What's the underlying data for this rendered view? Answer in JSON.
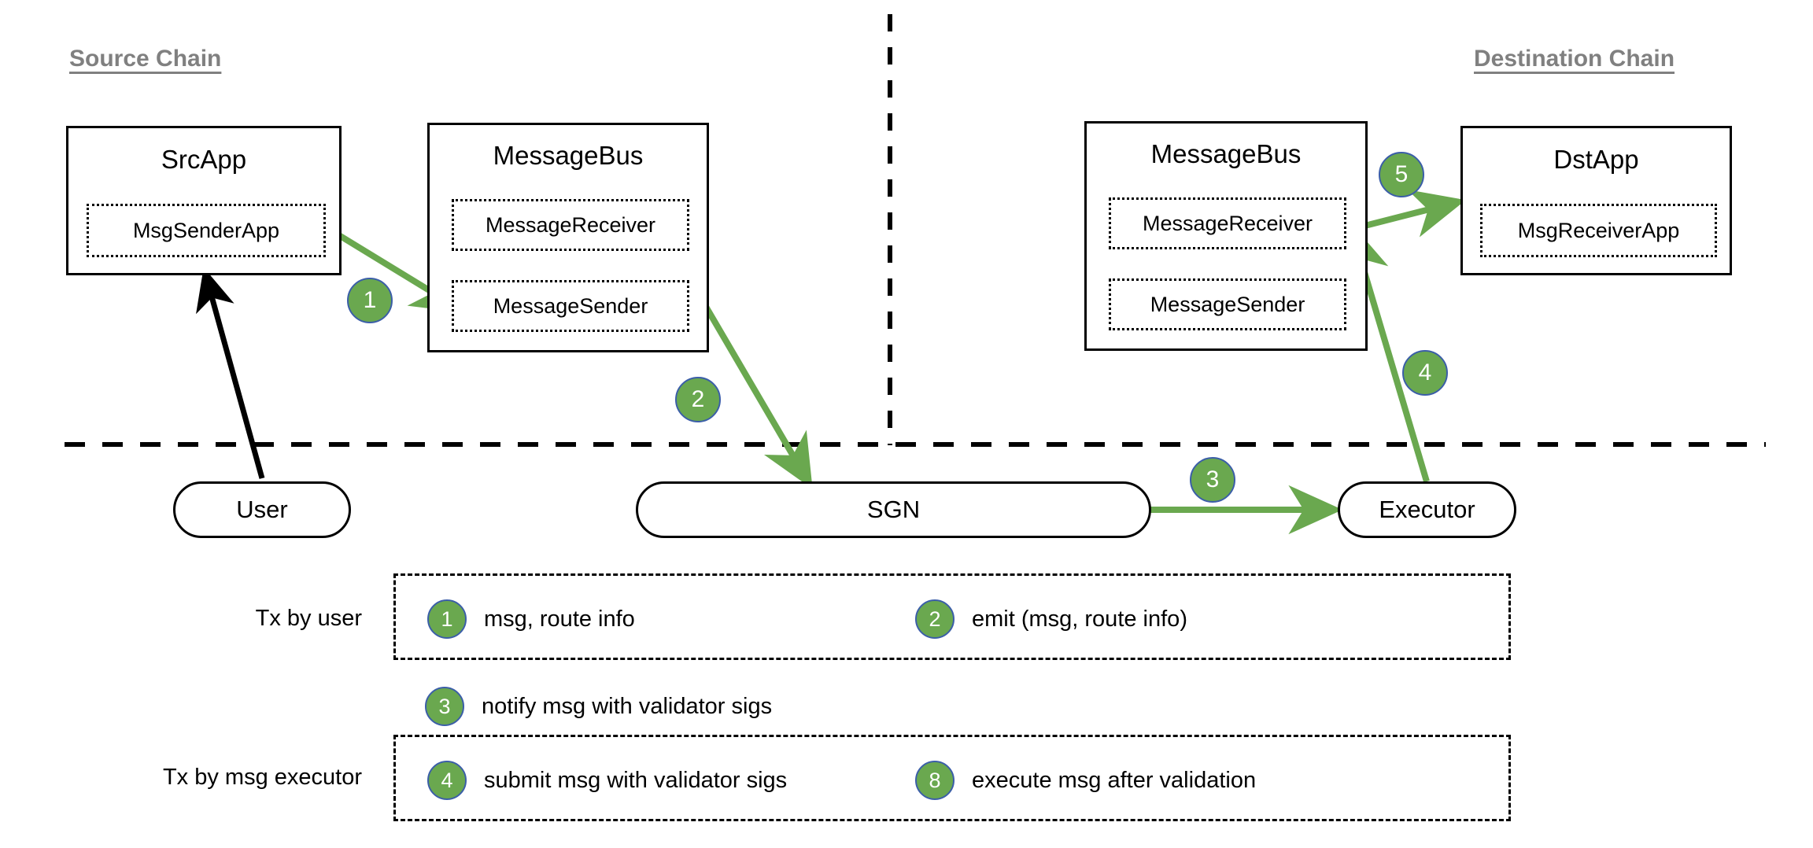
{
  "diagram": {
    "title_source": "Source Chain",
    "title_destination": "Destination Chain",
    "accent_green": "#6aa84f",
    "badge_ring": "#3b5ea8",
    "title_gray": "#808080"
  },
  "source_chain": {
    "src_app": {
      "title": "SrcApp",
      "inner": "MsgSenderApp"
    },
    "message_bus": {
      "title": "MessageBus",
      "inner_top": "MessageReceiver",
      "inner_bottom": "MessageSender"
    }
  },
  "destination_chain": {
    "message_bus": {
      "title": "MessageBus",
      "inner_top": "MessageReceiver",
      "inner_bottom": "MessageSender"
    },
    "dst_app": {
      "title": "DstApp",
      "inner": "MsgReceiverApp"
    }
  },
  "offchain": {
    "user": "User",
    "sgn": "SGN",
    "executor": "Executor"
  },
  "step_badges": {
    "b1": "1",
    "b2": "2",
    "b3": "3",
    "b4": "4",
    "b5": "5"
  },
  "legend": {
    "row_label_user": "Tx by user",
    "row_label_executor": "Tx by msg executor",
    "items": [
      {
        "num": "1",
        "text": "msg, route info"
      },
      {
        "num": "2",
        "text": "emit (msg, route info)"
      },
      {
        "num": "3",
        "text": "notify msg with validator sigs"
      },
      {
        "num": "4",
        "text": "submit msg with validator sigs"
      },
      {
        "num": "8",
        "text": "execute msg after validation"
      }
    ]
  }
}
